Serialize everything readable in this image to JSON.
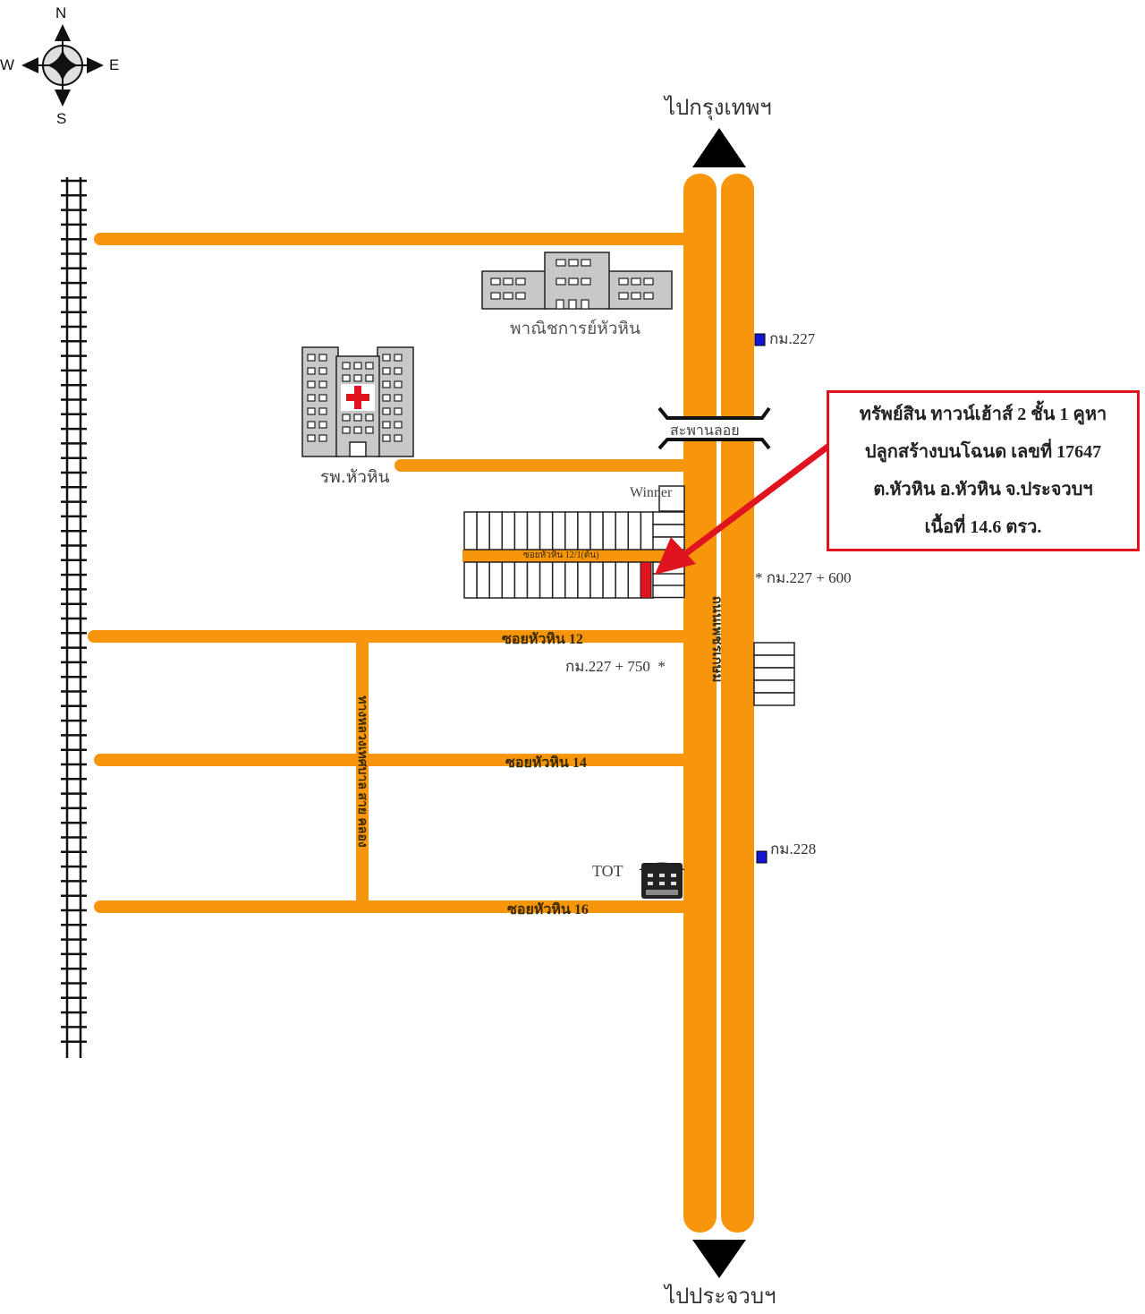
{
  "compass": {
    "north": "N",
    "south": "S",
    "east": "E",
    "west": "W"
  },
  "directions": {
    "to_bangkok": "ไปกรุงเทพฯ",
    "to_prachuap": "ไปประจวบฯ"
  },
  "main_road": {
    "name": "ถนนเพชรเกษม"
  },
  "side_road": {
    "name": "ทางหลวงเทศบาล สาย คลอง"
  },
  "sois": {
    "soi12": "ซอยหัวหิน 12",
    "soi14": "ซอยหัวหิน 14",
    "soi16": "ซอยหัวหิน 16",
    "soi12_1": "ซอยหัวหิน 12/1(ต้น)"
  },
  "landmarks": {
    "commercial_college": "พาณิชการย์หัวหิน",
    "hospital": "รพ.หัวหิน",
    "floating_bridge": "สะพานลอย",
    "winner": "Winner",
    "tot": "TOT"
  },
  "km_markers": {
    "km227": "กม.227",
    "km227_600": "กม.227 + 600",
    "km227_750": "กม.227 + 750",
    "km228": "กม.228"
  },
  "property_callout": {
    "lines": [
      "ทรัพย์สิน ทาวน์เฮ้าส์ 2 ชั้น 1 คูหา",
      "ปลูกสร้างบนโฉนด เลขที่ 17647",
      "ต.หัวหิน อ.หัวหิน จ.ประจวบฯ",
      "เนื้อที่ 14.6 ตรว."
    ]
  },
  "colors": {
    "road": "#f7960b",
    "callout_border": "#e0141e",
    "property": "#e0141e",
    "marker": "#1414d2",
    "building": "#c8c8c8"
  }
}
